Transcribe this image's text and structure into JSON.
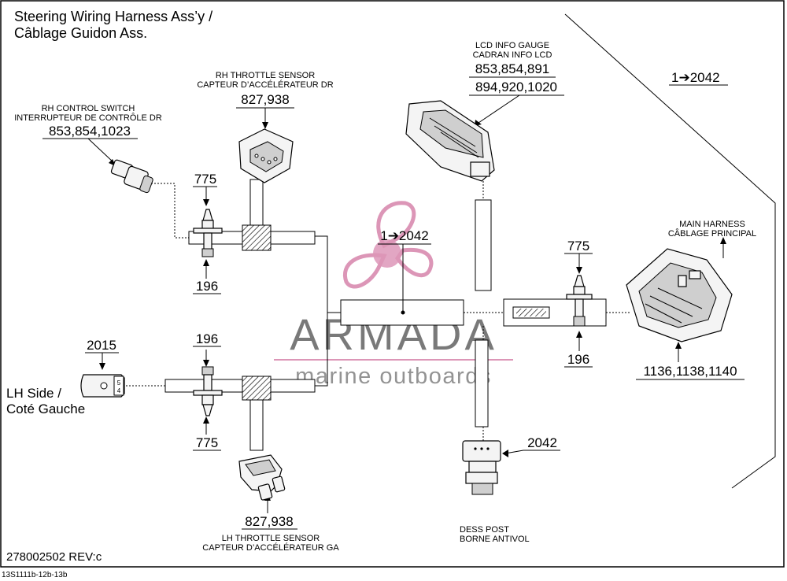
{
  "title": {
    "line1": "Steering Wiring Harness Ass’y /",
    "line2": "Câblage Guidon Ass."
  },
  "side_label": {
    "line1": "LH Side /",
    "line2": "Coté Gauche"
  },
  "document_number": "278002502 REV:c",
  "figure_code": "13S1111b-12b-13b",
  "watermark": {
    "brand": "ARMADA",
    "tagline": "marine outboards",
    "brand_color": "#6b6b6b",
    "accent_color": "#d98bb0"
  },
  "components": {
    "rh_control_switch": {
      "name_en": "RH CONTROL SWITCH",
      "name_fr": "INTERRUPTEUR DE CONTRÔLE DR",
      "refs": "853,854,1023"
    },
    "rh_throttle_sensor": {
      "name_en": "RH THROTTLE SENSOR",
      "name_fr": "CAPTEUR D’ACCÉLÉRATEUR DR",
      "refs": "827,938"
    },
    "lcd_info_gauge": {
      "name_en": "LCD INFO GAUGE",
      "name_fr": "CADRAN INFO LCD",
      "refs_line1": "853,854,891",
      "refs_line2": "894,920,1020"
    },
    "main_harness": {
      "name_en": "MAIN HARNESS",
      "name_fr": "CÂBLAGE PRINCIPAL",
      "refs": "1136,1138,1140"
    },
    "lh_throttle_sensor": {
      "name_en": "LH THROTTLE SENSOR",
      "name_fr": "CAPTEUR D’ACCÉLÉRATEUR GA",
      "refs": "827,938"
    },
    "dess_post": {
      "name_en": "DESS POST",
      "name_fr": "BORNE ANTIVOL",
      "refs": "2042"
    },
    "lh_connector": {
      "refs": "2015",
      "pin_a": "5",
      "pin_b": "4"
    }
  },
  "callouts": {
    "tie_upper_rh": "775",
    "clip_upper_rh": "196",
    "clip_lower_lh": "196",
    "tie_lower_lh": "775",
    "tie_right": "775",
    "clip_right": "196",
    "range_center": "1➔2042",
    "range_top_right": "1➔2042"
  }
}
